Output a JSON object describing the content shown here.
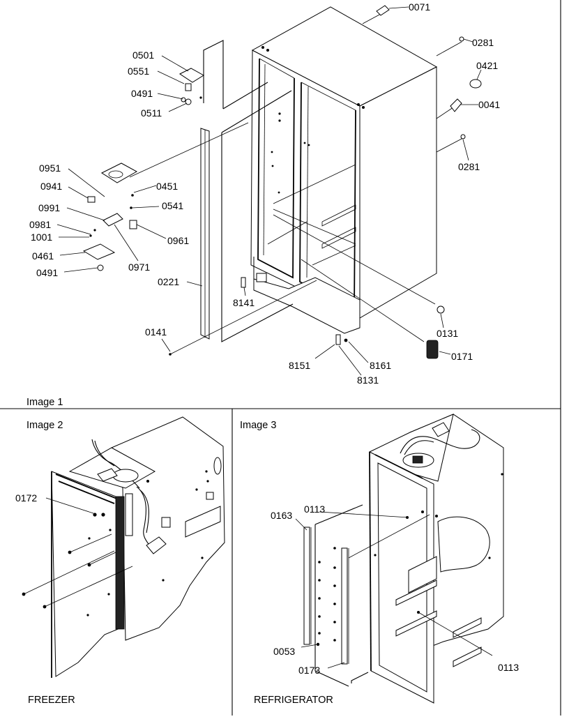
{
  "panels": [
    {
      "id": "image1",
      "caption": "Image 1"
    },
    {
      "id": "image2",
      "caption": "Image 2",
      "title": "FREEZER"
    },
    {
      "id": "image3",
      "caption": "Image 3",
      "title": "REFRIGERATOR"
    }
  ],
  "callouts": {
    "image1": [
      "0071",
      "0281",
      "0421",
      "0041",
      "0281",
      "0501",
      "0551",
      "0491",
      "0511",
      "0951",
      "0941",
      "0451",
      "0991",
      "0541",
      "0981",
      "1001",
      "0961",
      "0461",
      "0971",
      "0491",
      "0221",
      "8141",
      "0131",
      "0141",
      "0171",
      "8151",
      "8161",
      "8131"
    ],
    "image2": [
      "0172"
    ],
    "image3": [
      "0163",
      "0113",
      "0053",
      "0173",
      "0113"
    ]
  },
  "colors": {
    "line": "#000000",
    "background": "#ffffff"
  }
}
